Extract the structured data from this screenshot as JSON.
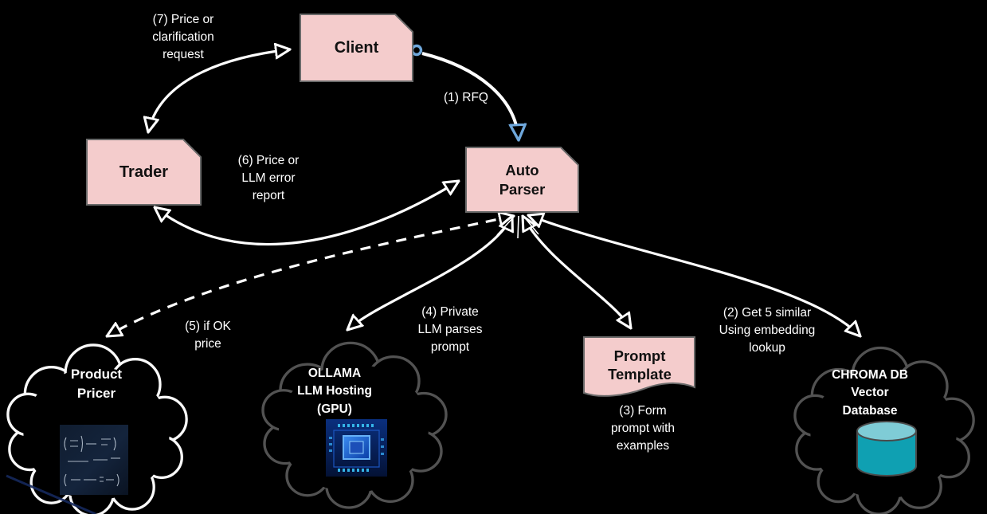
{
  "nodes": {
    "client": {
      "label": "Client"
    },
    "trader": {
      "label": "Trader"
    },
    "auto_parser": {
      "label": "Auto\nParser"
    },
    "prompt_template": {
      "label": "Prompt\nTemplate"
    },
    "product_pricer": {
      "label": "Product\nPricer",
      "image": "math-formulas-image"
    },
    "ollama": {
      "label": "OLLAMA\nLLM Hosting\n(GPU)",
      "image": "gpu-chip-image"
    },
    "chroma_db": {
      "label": "CHROMA DB\nVector\nDatabase",
      "icon": "database-cylinder-icon"
    }
  },
  "edges": {
    "e1": {
      "label": "(1) RFQ",
      "from": "Client",
      "to": "Auto Parser",
      "style": "solid",
      "color": "#6fa8dc"
    },
    "e2": {
      "label": "(2) Get 5 similar\nUsing embedding\nlookup",
      "from": "Auto Parser",
      "to": "CHROMA DB Vector Database",
      "style": "solid",
      "color": "#ffffff"
    },
    "e3": {
      "label": "(3) Form\nprompt with\nexamples",
      "from": "Auto Parser",
      "to": "Prompt Template",
      "style": "solid",
      "color": "#ffffff"
    },
    "e4": {
      "label": "(4) Private\nLLM parses\nprompt",
      "from": "Auto Parser",
      "to": "OLLAMA LLM Hosting (GPU)",
      "style": "solid",
      "color": "#ffffff"
    },
    "e5": {
      "label": "(5) if OK\nprice",
      "from": "Auto Parser",
      "to": "Product Pricer",
      "style": "dashed",
      "color": "#ffffff"
    },
    "e6": {
      "label": "(6) Price or\nLLM error\nreport",
      "from": "Trader",
      "to": "Auto Parser",
      "style": "solid",
      "color": "#ffffff"
    },
    "e7": {
      "label": "(7) Price or\nclarification\nrequest",
      "from": "Trader",
      "to": "Client",
      "style": "solid",
      "color": "#ffffff"
    }
  },
  "colors": {
    "background": "#000000",
    "node_fill": "#f4cccc",
    "node_border": "#6a6a6a",
    "arrow_white": "#ffffff",
    "arrow_blue": "#6fa8dc",
    "cloud_white": "#fafafa",
    "cloud_gray": "#525252",
    "cylinder_teal": "#0fa0b2",
    "cylinder_top": "#7fccd6"
  }
}
